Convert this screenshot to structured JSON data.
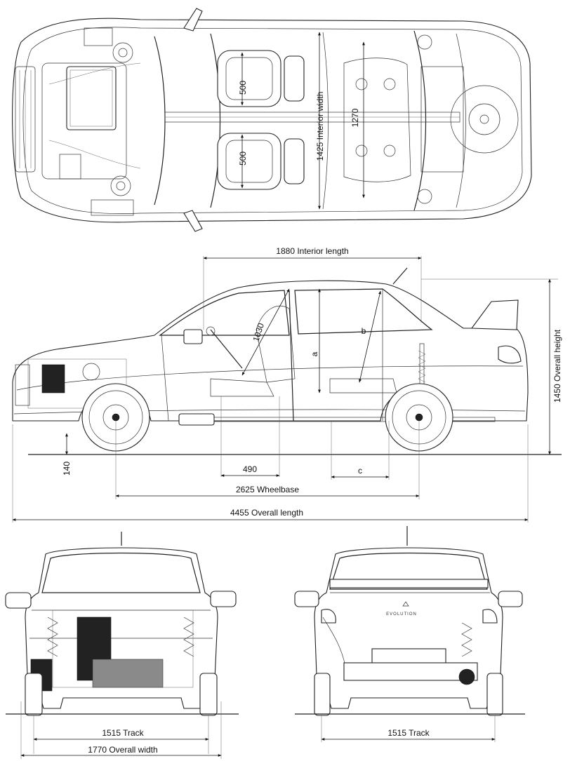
{
  "top_view": {
    "labels": {
      "seat_front_left": "500",
      "seat_front_right": "500",
      "interior_width": "1425 Interior width",
      "rear_seat_width": "1270"
    }
  },
  "side_view": {
    "labels": {
      "interior_length": "1880 Interior length",
      "overall_height": "1450 Overall height",
      "seat_diagonal": "1030",
      "dim_a": "a",
      "dim_b": "b",
      "dim_c": "c",
      "ground_clearance": "140",
      "pedal_to_seat": "490",
      "wheelbase": "2625 Wheelbase",
      "overall_length": "4455 Overall length"
    }
  },
  "front_view": {
    "labels": {
      "track": "1515 Track",
      "overall_width": "1770 Overall width"
    }
  },
  "rear_view": {
    "labels": {
      "track": "1515 Track",
      "badge": "EVOLUTION"
    }
  }
}
